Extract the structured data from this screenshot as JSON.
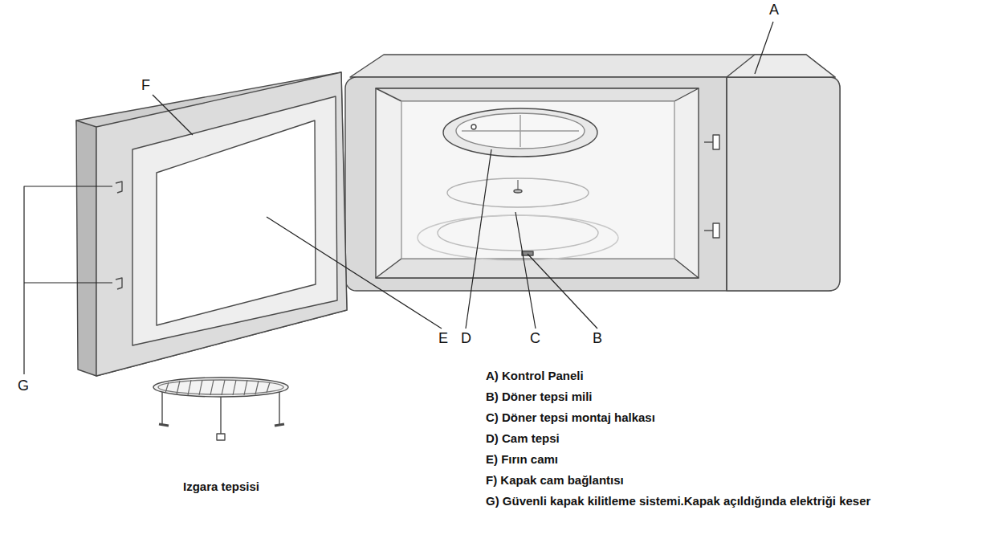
{
  "diagram": {
    "labels": [
      "A",
      "F",
      "E",
      "D",
      "C",
      "B",
      "G",
      "Izgara tepsisi",
      "A) Kontrol Paneli",
      "B) Döner tepsi mili",
      "C) Döner tepsi montaj halkası",
      "D) Cam tepsi",
      "E) Fırın camı",
      "F) Kapak cam bağlantısı",
      "G) Güvenli kapak kilitleme sistemi.Kapak açıldığında elektriği keser"
    ]
  }
}
